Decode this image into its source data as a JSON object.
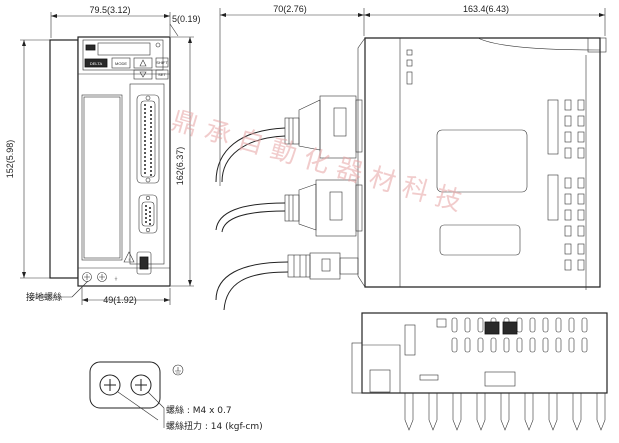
{
  "dimensions": {
    "width_top": "79.5(3.12)",
    "offset_top": "5(0.19)",
    "height_left": "152(5.98)",
    "height_inner": "162(6.37)",
    "width_bottom": "49(1.92)",
    "cable_clearance": "70(2.76)",
    "depth": "163.4(6.43)"
  },
  "labels": {
    "ground_screw": "接地螺絲"
  },
  "front_panel": {
    "logo": "DELTA",
    "mode_key": "MODE",
    "shift_key": "SHIFT",
    "set_key": "SET"
  },
  "terminal_note": {
    "screw": "螺絲 : M4 x 0.7",
    "torque": "螺絲扭力 : 14 (kgf-cm)"
  },
  "watermark": "鼎 承 自 動 化 器 材 科 技"
}
